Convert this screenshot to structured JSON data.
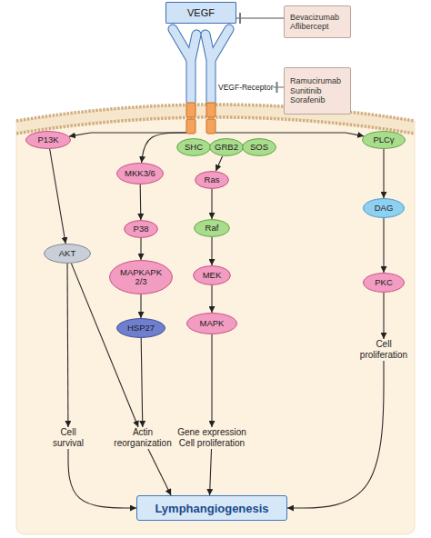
{
  "diagram": {
    "nodes": [
      {
        "text": [
          "VEGF"
        ]
      },
      {
        "text": [
          "Bevacizumab Aflibercept"
        ]
      },
      {
        "text": [
          "VEGF-Receptor"
        ]
      },
      {
        "text": [
          "Ramucirumab Sunitinib Sorafenib"
        ]
      },
      {
        "text": [
          "P13K"
        ]
      },
      {
        "text": [
          "MKK3/6"
        ]
      },
      {
        "text": [
          "SHC"
        ]
      },
      {
        "text": [
          "GRB2"
        ]
      },
      {
        "text": [
          "SOS"
        ]
      },
      {
        "text": [
          "PLCγ"
        ]
      },
      {
        "text": [
          "P38"
        ]
      },
      {
        "text": [
          "Ras"
        ]
      },
      {
        "text": [
          "DAG"
        ]
      },
      {
        "text": [
          "AKT"
        ]
      },
      {
        "text": [
          "Raf"
        ]
      },
      {
        "text": [
          "MAPKAPK 2/3"
        ]
      },
      {
        "text": [
          "MEK"
        ]
      },
      {
        "text": [
          "PKC"
        ]
      },
      {
        "text": [
          "HSP27"
        ]
      },
      {
        "text": [
          "MAPK"
        ]
      },
      {
        "text": [
          "Cell proliferation"
        ]
      },
      {
        "text": [
          "Cell survival"
        ]
      },
      {
        "text": [
          "Actin reorganization"
        ]
      },
      {
        "text": [
          "Gene expression Cell proliferation"
        ]
      },
      {
        "text": [
          "Lymphangiogenesis"
        ]
      }
    ],
    "edges": [
      {
        "from": 1,
        "to": 0,
        "arrow": "to"
      },
      {
        "from": 3,
        "to": 2,
        "arrow": "to"
      },
      {
        "from": 2,
        "to": 4,
        "arrow": "to"
      },
      {
        "from": 2,
        "to": 9,
        "arrow": "to"
      },
      {
        "from": 2,
        "to": 5,
        "arrow": "to"
      },
      {
        "from": 7,
        "to": 11,
        "arrow": "to"
      },
      {
        "from": 5,
        "to": 10,
        "arrow": "to"
      },
      {
        "from": 10,
        "to": 15,
        "arrow": "to"
      },
      {
        "from": 15,
        "to": 18,
        "arrow": "to"
      },
      {
        "from": 18,
        "to": 22,
        "arrow": "to"
      },
      {
        "from": 11,
        "to": 14,
        "arrow": "to"
      },
      {
        "from": 14,
        "to": 16,
        "arrow": "to"
      },
      {
        "from": 16,
        "to": 19,
        "arrow": "to"
      },
      {
        "from": 19,
        "to": 23,
        "arrow": "to"
      },
      {
        "from": 9,
        "to": 12,
        "arrow": "to"
      },
      {
        "from": 12,
        "to": 17,
        "arrow": "to"
      },
      {
        "from": 17,
        "to": 20,
        "arrow": "to"
      },
      {
        "from": 4,
        "to": 13,
        "arrow": "to"
      },
      {
        "from": 13,
        "to": 21,
        "arrow": "to"
      },
      {
        "from": 13,
        "to": 22,
        "arrow": "to"
      },
      {
        "from": 21,
        "to": 24,
        "arrow": "to"
      },
      {
        "from": 22,
        "to": 24,
        "arrow": "to"
      },
      {
        "from": 23,
        "to": 24,
        "arrow": "to"
      },
      {
        "from": 20,
        "to": 24,
        "arrow": "to"
      }
    ]
  }
}
